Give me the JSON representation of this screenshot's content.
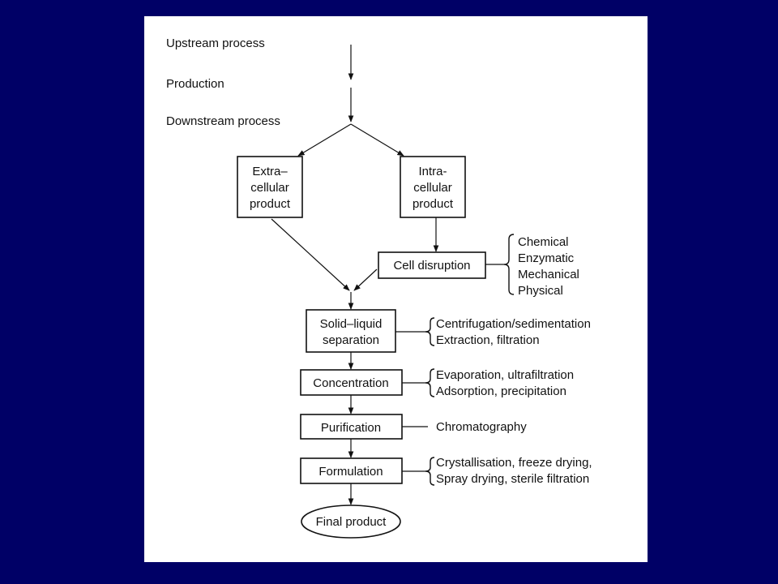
{
  "colors": {
    "background": "#000066",
    "paper": "#ffffff",
    "ink": "#111111"
  },
  "stages": {
    "upstream": "Upstream process",
    "production": "Production",
    "downstream": "Downstream process"
  },
  "boxes": {
    "extracellular": [
      "Extra–",
      "cellular",
      "product"
    ],
    "intracellular": [
      "Intra-",
      "cellular",
      "product"
    ],
    "cell_disruption": "Cell disruption",
    "solid_liquid": [
      "Solid–liquid",
      "separation"
    ],
    "concentration": "Concentration",
    "purification": "Purification",
    "formulation": "Formulation",
    "final_product": "Final product"
  },
  "methods": {
    "cell_disruption": [
      "Chemical",
      "Enzymatic",
      "Mechanical",
      "Physical"
    ],
    "solid_liquid": [
      "Centrifugation/sedimentation",
      "Extraction, filtration"
    ],
    "concentration": [
      "Evaporation, ultrafiltration",
      "Adsorption, precipitation"
    ],
    "purification": "Chromatography",
    "formulation": [
      "Crystallisation, freeze drying,",
      "Spray drying, sterile filtration"
    ]
  }
}
